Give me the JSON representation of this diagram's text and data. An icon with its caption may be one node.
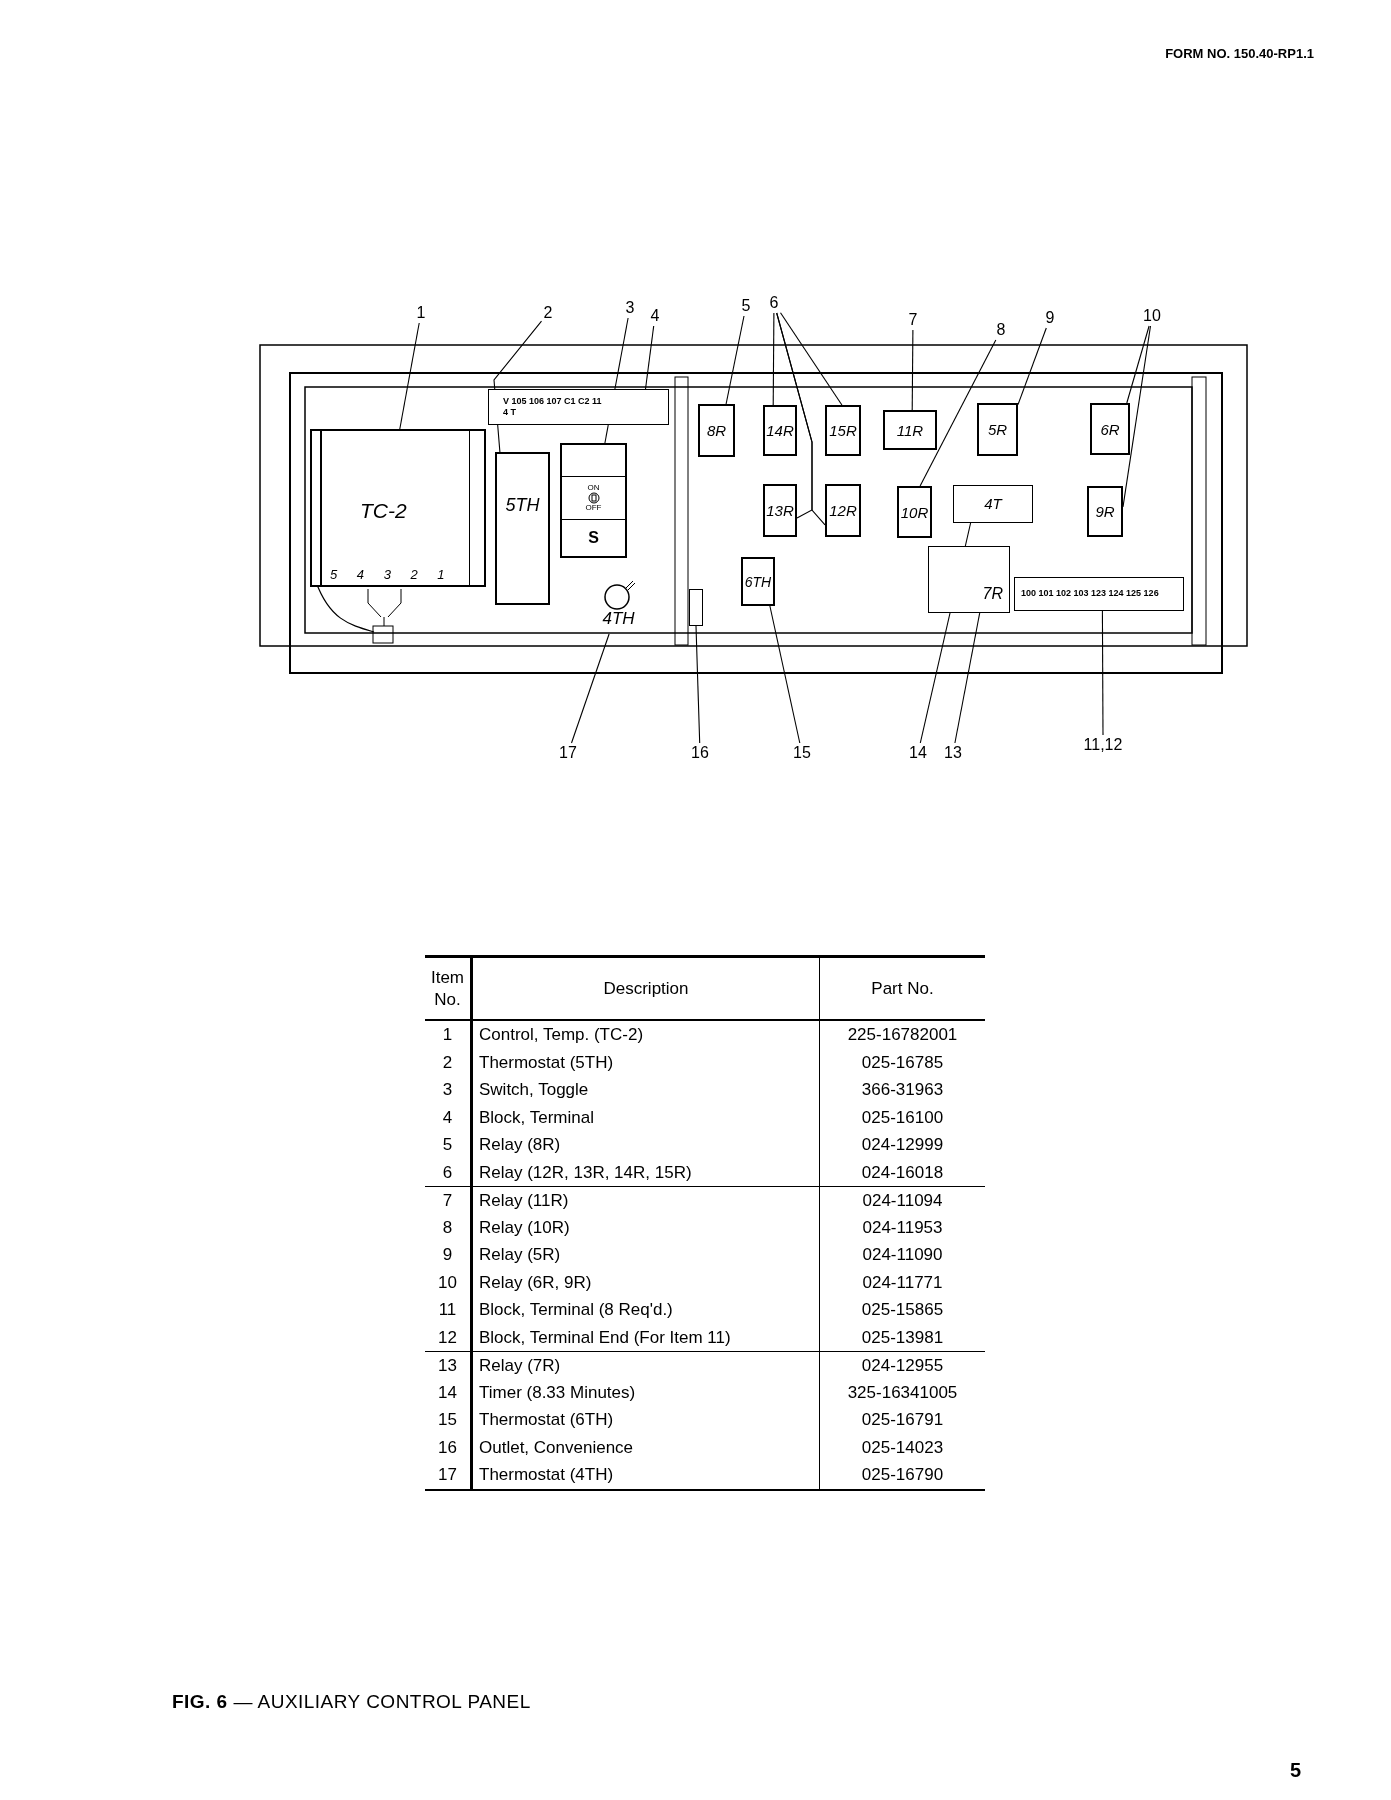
{
  "diagram": {
    "caption": "**FIG. 6** — AUXILIARY CONTROL PANEL",
    "nodes": [
      {
        "text": [
          "1"
        ]
      },
      {
        "text": [
          "2"
        ]
      },
      {
        "text": [
          "3"
        ]
      },
      {
        "text": [
          "4"
        ]
      },
      {
        "text": [
          "5"
        ]
      },
      {
        "text": [
          "6"
        ]
      },
      {
        "text": [
          "7"
        ]
      },
      {
        "text": [
          "8"
        ]
      },
      {
        "text": [
          "9"
        ]
      },
      {
        "text": [
          "10"
        ]
      },
      {
        "text": [
          "TC-2",
          "5 4 3 2 1"
        ]
      },
      {
        "text": [
          "V 105 106 107 C1 C2 11 4 T"
        ]
      },
      {
        "text": [
          "8R"
        ]
      },
      {
        "text": [
          "14R"
        ]
      },
      {
        "text": [
          "15R"
        ]
      },
      {
        "text": [
          "11R"
        ]
      },
      {
        "text": [
          "5R"
        ]
      },
      {
        "text": [
          "6R"
        ]
      },
      {
        "text": [
          "5TH"
        ]
      },
      {
        "text": [
          "ON",
          "OFF",
          "S"
        ]
      },
      {
        "text": [
          "13R"
        ]
      },
      {
        "text": [
          "12R"
        ]
      },
      {
        "text": [
          "10R"
        ]
      },
      {
        "text": [
          "4T"
        ]
      },
      {
        "text": [
          "9R"
        ]
      },
      {
        "text": [
          "6TH"
        ]
      },
      {
        "text": [
          "7R"
        ]
      },
      {
        "text": [
          "4TH"
        ]
      },
      {
        "text": [],
        "shape": "box"
      },
      {
        "text": [
          "100 101 102 103 123 124 125 126"
        ]
      },
      {
        "text": [
          "17"
        ]
      },
      {
        "text": [
          "16"
        ]
      },
      {
        "text": [
          "15"
        ]
      },
      {
        "text": [
          "14"
        ]
      },
      {
        "text": [
          "13"
        ]
      },
      {
        "text": [
          "11,12"
        ]
      }
    ],
    "edges": [
      {
        "from": 0,
        "to": 10,
        "arrow": "none"
      },
      {
        "from": 1,
        "to": 18,
        "arrow": "none"
      },
      {
        "from": 2,
        "to": 19,
        "arrow": "none"
      },
      {
        "from": 3,
        "to": 11,
        "arrow": "none"
      },
      {
        "from": 4,
        "to": 12,
        "arrow": "none"
      },
      {
        "from": 5,
        "to": 13,
        "arrow": "none"
      },
      {
        "from": 5,
        "to": 14,
        "arrow": "none"
      },
      {
        "from": 5,
        "to": 20,
        "arrow": "none"
      },
      {
        "from": 5,
        "to": 21,
        "arrow": "none"
      },
      {
        "from": 6,
        "to": 15,
        "arrow": "none"
      },
      {
        "from": 7,
        "to": 22,
        "arrow": "none"
      },
      {
        "from": 8,
        "to": 16,
        "arrow": "none"
      },
      {
        "from": 9,
        "to": 17,
        "arrow": "none"
      },
      {
        "from": 9,
        "to": 24,
        "arrow": "none"
      },
      {
        "from": 30,
        "to": 27,
        "arrow": "none"
      },
      {
        "from": 31,
        "to": 28,
        "arrow": "none"
      },
      {
        "from": 32,
        "to": 25,
        "arrow": "none"
      },
      {
        "from": 33,
        "to": 23,
        "arrow": "none"
      },
      {
        "from": 34,
        "to": 26,
        "arrow": "none"
      },
      {
        "from": 35,
        "to": 29,
        "arrow": "none"
      }
    ],
    "labels": [
      "FORM NO. 150.40-RP1.1",
      "Item No.",
      "Description",
      "Part No.",
      "1",
      "Control, Temp. (TC-2)",
      "225-16782001",
      "2",
      "Thermostat (5TH)",
      "025-16785",
      "3",
      "Switch, Toggle",
      "366-31963",
      "4",
      "Block, Terminal",
      "025-16100",
      "5",
      "Relay (8R)",
      "024-12999",
      "6",
      "Relay (12R, 13R, 14R, 15R)",
      "024-16018",
      "7",
      "Relay (11R)",
      "024-11094",
      "8",
      "Relay (10R)",
      "024-11953",
      "9",
      "Relay (5R)",
      "024-11090",
      "10",
      "Relay (6R, 9R)",
      "024-11771",
      "11",
      "Block, Terminal (8 Req'd.)",
      "025-15865",
      "12",
      "Block, Terminal End (For Item 11)",
      "025-13981",
      "13",
      "Relay (7R)",
      "024-12955",
      "14",
      "Timer (8.33 Minutes)",
      "325-16341005",
      "15",
      "Thermostat (6TH)",
      "025-16791",
      "16",
      "Outlet, Convenience",
      "025-14023",
      "17",
      "Thermostat (4TH)",
      "025-16790",
      "5"
    ]
  }
}
